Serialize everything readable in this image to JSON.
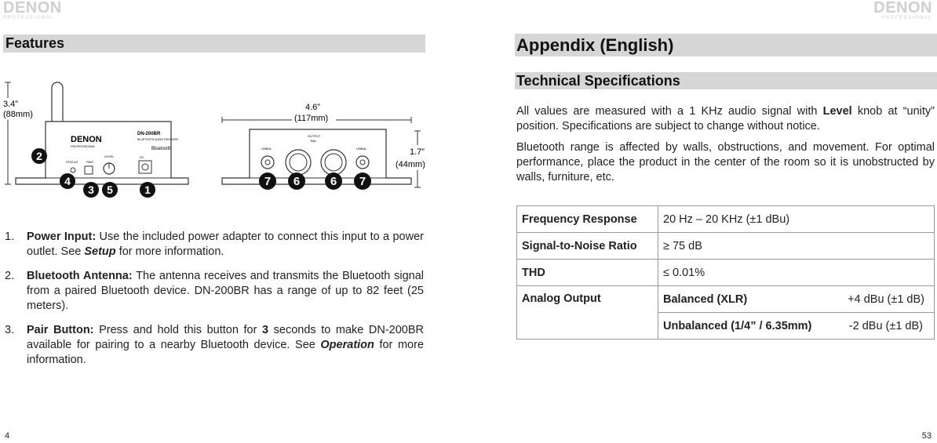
{
  "left_page": {
    "logo": {
      "brand": "DENON",
      "sub": "PROFESSIONAL"
    },
    "section_title": "Features",
    "diagram": {
      "height_label": "3.4”",
      "height_mm": "(88mm)",
      "width_label": "4.6”",
      "width_mm": "(117mm)",
      "depth_label": "1.7”",
      "depth_mm": "(44mm)",
      "front_brand": "DENON",
      "front_brand_sub": "PROFESSIONAL",
      "model": "DN-200BR",
      "model_sub": "BLUETOOTH AUDIO RECEIVER",
      "bluetooth_mark": "Bluetooth",
      "status_label": "STATUS",
      "pair_label": "PAIR",
      "level_label": "LEVEL",
      "power_label": "DC",
      "output_label": "OUTPUT",
      "bal_label": "BAL",
      "unbal_label": "UNBAL",
      "callouts": [
        "1",
        "2",
        "3",
        "4",
        "5",
        "6",
        "7"
      ]
    },
    "features": [
      {
        "num": "1.",
        "title": "Power Input:",
        "text": " Use the included power adapter to connect this input to a power outlet. See ",
        "em": "Setup",
        "tail": " for more information."
      },
      {
        "num": "2.",
        "title": "Bluetooth Antenna:",
        "text": " The antenna receives and transmits the Bluetooth signal from a paired Bluetooth device. DN-200BR has a range of up to 82 feet (25 meters).",
        "em": "",
        "tail": ""
      },
      {
        "num": "3.",
        "title": "Pair Button:",
        "text": " Press and hold this button for ",
        "bold": "3",
        "text2": " seconds to make DN-200BR available for pairing to a nearby Bluetooth device. See ",
        "em": "Operation",
        "tail": " for more information."
      }
    ],
    "page_number": "4"
  },
  "right_page": {
    "logo": {
      "brand": "DENON",
      "sub": "PROFESSIONAL"
    },
    "appendix_title": "Appendix (English)",
    "tech_title": "Technical Specifications",
    "para1_a": "All values are measured with a 1 KHz audio signal with ",
    "para1_bold": "Level",
    "para1_b": " knob at “unity” position. Specifications are subject to change without notice.",
    "para2": "Bluetooth range is affected by walls, obstructions, and movement. For optimal performance, place the product in the center of the room so it is unobstructed by walls, furniture, etc.",
    "specs": {
      "freq_label": "Frequency Response",
      "freq_value": "20 Hz – 20 KHz (±1 dBu)",
      "snr_label": "Signal-to-Noise Ratio",
      "snr_value": "≥ 75 dB",
      "thd_label": "THD",
      "thd_value": "≤ 0.01%",
      "analog_label": "Analog Output",
      "balanced_label": "Balanced",
      "balanced_type": "(XLR)",
      "balanced_value": "+4 dBu (±1 dB)",
      "unbalanced_label": "Unbalanced",
      "unbalanced_type": "(1/4” / 6.35mm)",
      "unbalanced_value": "-2 dBu (±1 dB)"
    },
    "page_number": "53"
  }
}
